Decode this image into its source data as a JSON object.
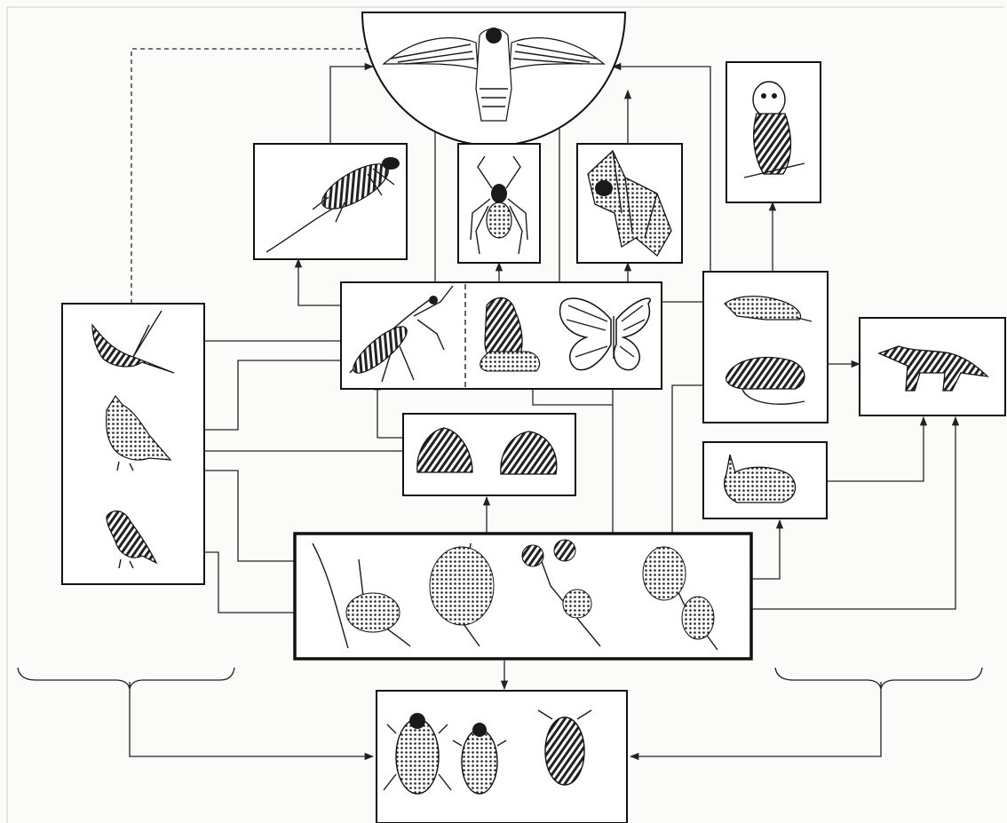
{
  "diagram": {
    "kind": "food-web",
    "organisms": [
      {
        "id": "hawk",
        "icon": "hawk-icon"
      },
      {
        "id": "lizard",
        "icon": "lizard-icon"
      },
      {
        "id": "spider",
        "icon": "spider-icon"
      },
      {
        "id": "bat",
        "icon": "bat-icon"
      },
      {
        "id": "owl",
        "icon": "owl-icon"
      },
      {
        "id": "mantis",
        "icon": "mantis-icon"
      },
      {
        "id": "moth",
        "icon": "moth-icon"
      },
      {
        "id": "butterfly",
        "icon": "butterfly-icon"
      },
      {
        "id": "swallow",
        "icon": "swallow-icon"
      },
      {
        "id": "lark",
        "icon": "lark-icon"
      },
      {
        "id": "finch",
        "icon": "finch-icon"
      },
      {
        "id": "shrew",
        "icon": "shrew-icon"
      },
      {
        "id": "mouse",
        "icon": "mouse-icon"
      },
      {
        "id": "fox",
        "icon": "fox-icon"
      },
      {
        "id": "rabbit",
        "icon": "rabbit-icon"
      },
      {
        "id": "snail",
        "icon": "snail-icon"
      },
      {
        "id": "plants",
        "icon": "plants-icon"
      },
      {
        "id": "beetle",
        "icon": "beetle-icon"
      },
      {
        "id": "woodlouse",
        "icon": "woodlouse-icon"
      }
    ],
    "links": [
      {
        "from": "plants",
        "to": "snail"
      },
      {
        "from": "plants",
        "to": "butterfly"
      },
      {
        "from": "plants",
        "to": "moth"
      },
      {
        "from": "plants",
        "to": "mouse"
      },
      {
        "from": "plants",
        "to": "rabbit"
      },
      {
        "from": "plants",
        "to": "fox"
      },
      {
        "from": "plants",
        "to": "finch"
      },
      {
        "from": "plants",
        "to": "lark"
      },
      {
        "from": "plants",
        "to": "beetle"
      },
      {
        "from": "snail",
        "to": "lark"
      },
      {
        "from": "snail",
        "to": "mantis"
      },
      {
        "from": "moth",
        "to": "mantis"
      },
      {
        "from": "insects",
        "to": "swallow"
      },
      {
        "from": "insects",
        "to": "lark"
      },
      {
        "from": "insects",
        "to": "lizard"
      },
      {
        "from": "insects",
        "to": "spider"
      },
      {
        "from": "insects",
        "to": "bat"
      },
      {
        "from": "insects",
        "to": "shrew"
      },
      {
        "from": "insects",
        "to": "hawk"
      },
      {
        "from": "lizard",
        "to": "hawk"
      },
      {
        "from": "spider",
        "to": "hawk"
      },
      {
        "from": "bat",
        "to": "hawk"
      },
      {
        "from": "small-mammals",
        "to": "hawk"
      },
      {
        "from": "small-mammals",
        "to": "owl"
      },
      {
        "from": "small-mammals",
        "to": "fox"
      },
      {
        "from": "rabbit",
        "to": "fox"
      },
      {
        "from": "birds",
        "to": "hawk",
        "style": "dashed"
      },
      {
        "from": "birds",
        "to": "beetle"
      },
      {
        "from": "mammals",
        "to": "woodlouse"
      }
    ]
  }
}
